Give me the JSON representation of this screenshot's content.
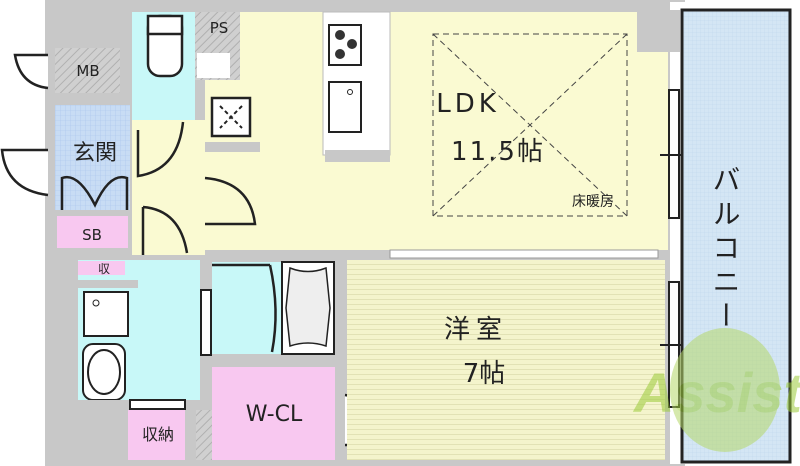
{
  "rooms": {
    "ldk_name": "LDK",
    "ldk_size": "11.5帖",
    "floor_heating": "床暖房",
    "western_name": "洋室",
    "western_size": "7帖",
    "balcony": "バルコニー",
    "entrance": "玄関",
    "meter_box": "MB",
    "pipe_space": "PS",
    "shoe_box": "SB",
    "small_storage": "収",
    "storage": "収納",
    "walk_in_closet": "W-CL"
  },
  "watermark": "Assist",
  "colors": {
    "wall": "#c8c8c8",
    "ldk": "#fafad2",
    "wet_area": "#c8f8f8",
    "storage": "#f8c8f0",
    "entrance": "#c8dcf4",
    "balcony": "#d4e6f4",
    "western": "#f2f2c8"
  }
}
